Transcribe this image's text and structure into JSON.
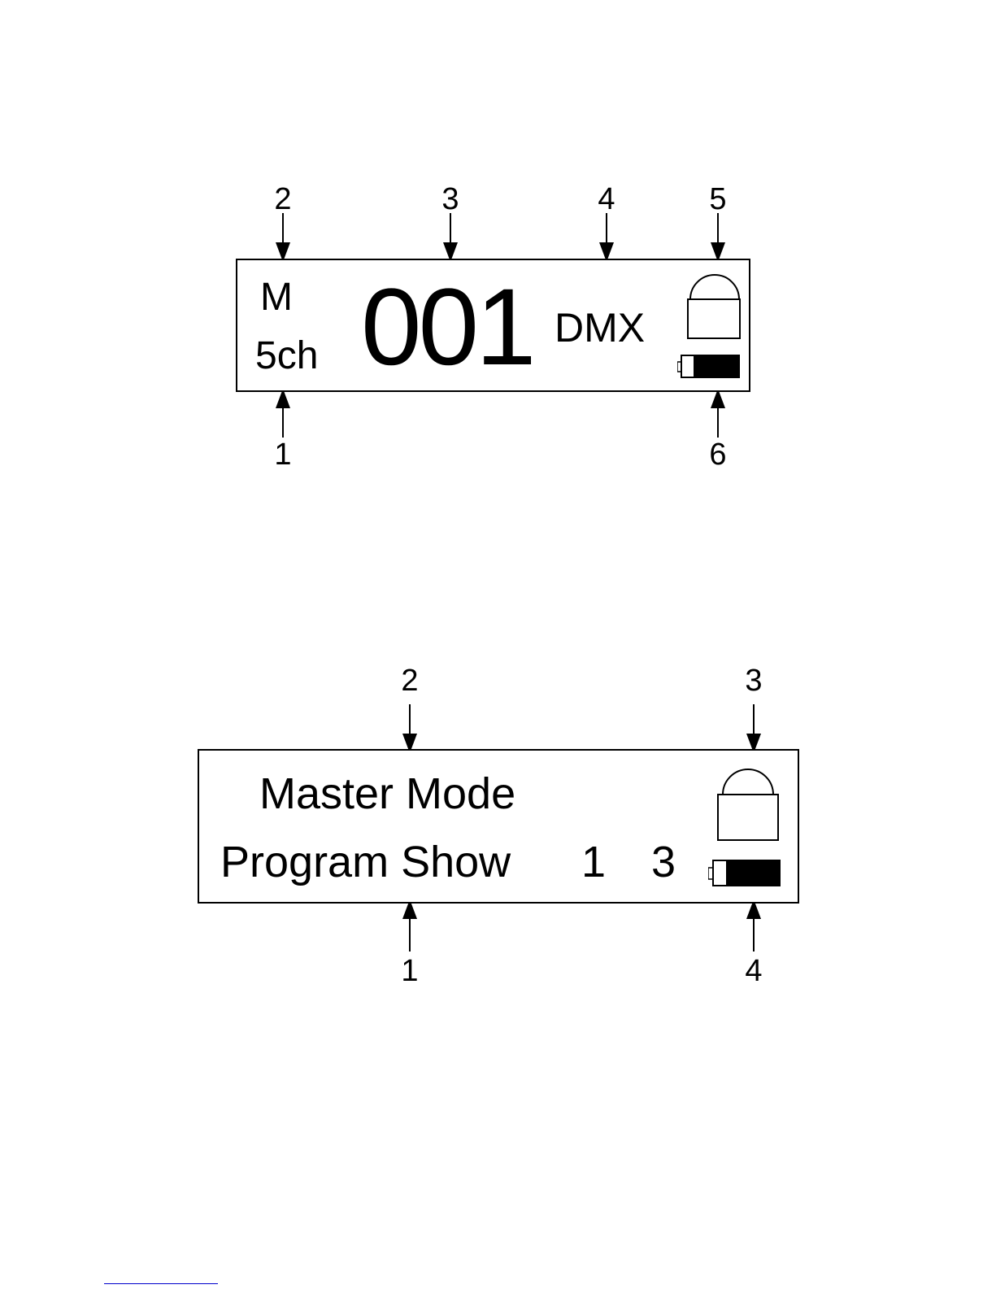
{
  "display1": {
    "mode_letter": "M",
    "channels": "5ch",
    "address": "001",
    "signal": "DMX",
    "callouts": {
      "n1": "1",
      "n2": "2",
      "n3": "3",
      "n4": "4",
      "n5": "5",
      "n6": "6"
    },
    "icons": {
      "lock": "lock-icon",
      "battery": "battery-icon"
    }
  },
  "display2": {
    "line1": "Master Mode",
    "line2_label": "Program Show",
    "line2_value_a": "1",
    "line2_value_b": "3",
    "callouts": {
      "n1": "1",
      "n2": "2",
      "n3": "3",
      "n4": "4"
    },
    "icons": {
      "lock": "lock-icon",
      "battery": "battery-icon"
    }
  },
  "colors": {
    "ink": "#000000",
    "background": "#ffffff",
    "footer_rule": "#0000cc"
  }
}
